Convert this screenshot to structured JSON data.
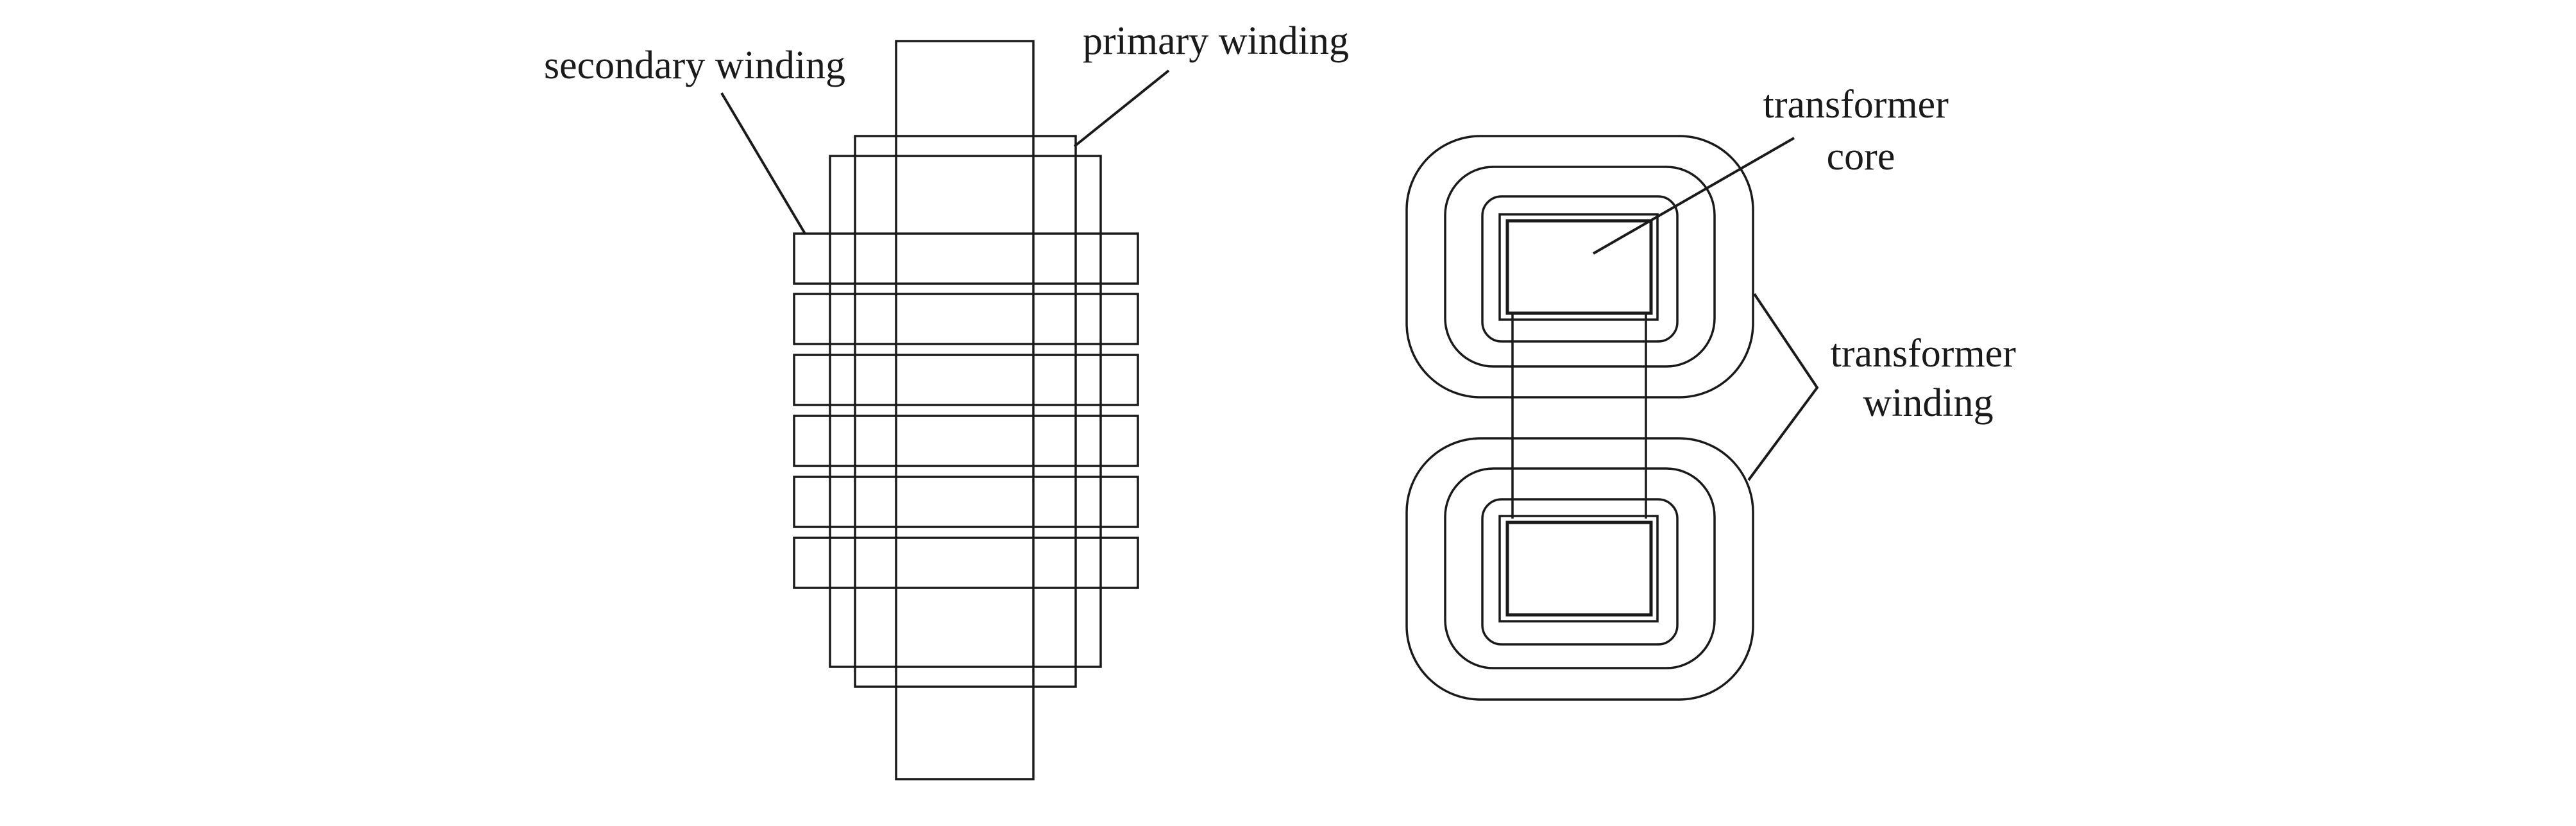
{
  "labels": {
    "secondary_winding": "secondary winding",
    "primary_winding": "primary winding",
    "transformer_core": [
      "transformer",
      "core"
    ],
    "transformer_winding": [
      "transformer",
      "winding"
    ]
  },
  "colors": {
    "line": "#1a1a1a",
    "background": "#ffffff"
  }
}
